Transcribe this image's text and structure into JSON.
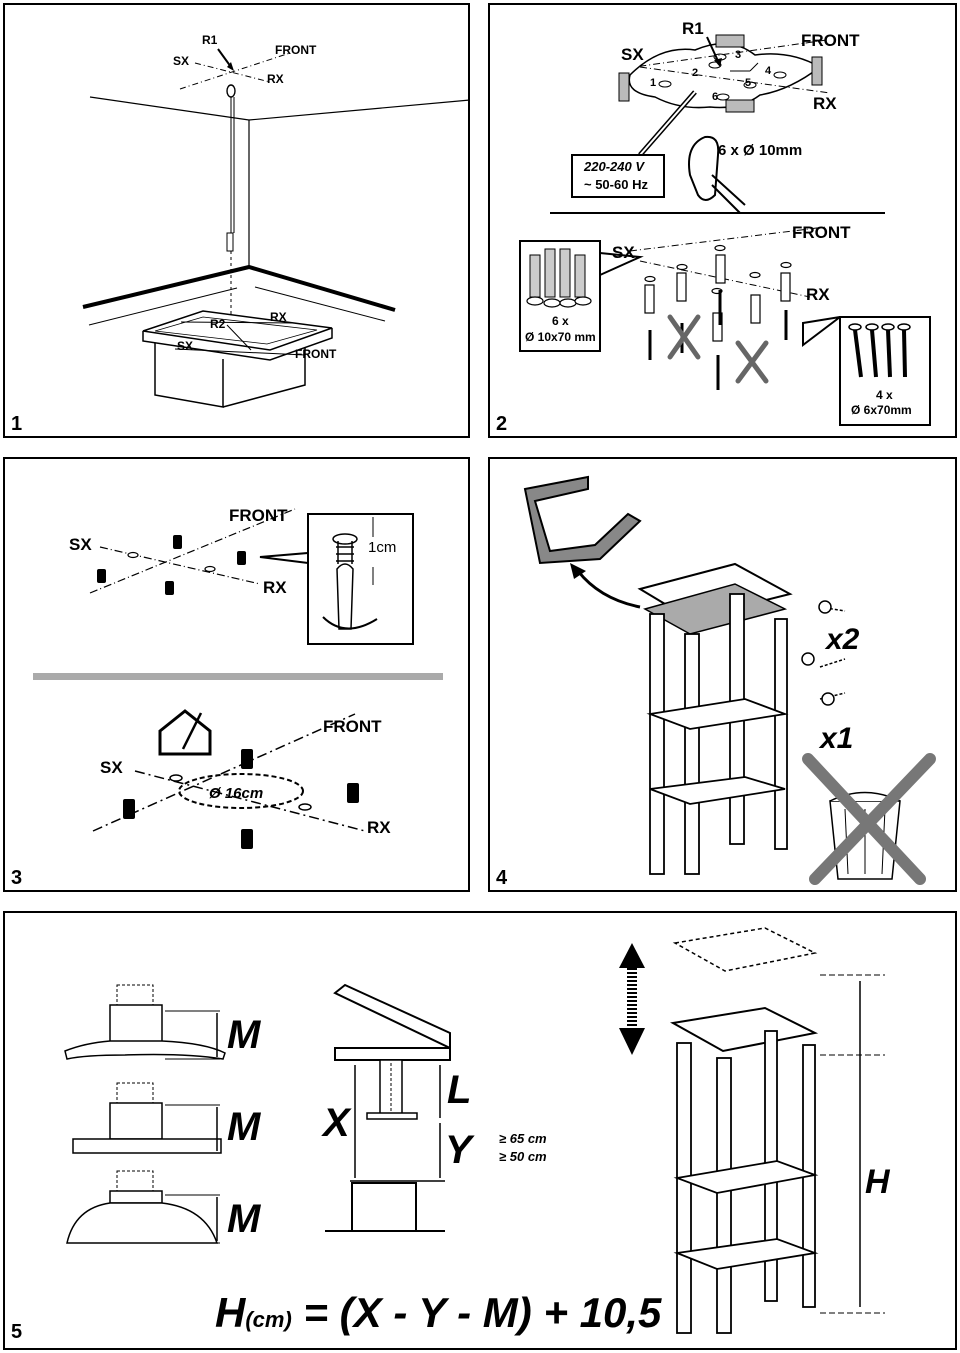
{
  "steps": [
    "1",
    "2",
    "3",
    "4",
    "5"
  ],
  "labels": {
    "sx": "SX",
    "rx": "RX",
    "front": "FRONT",
    "r1": "R1",
    "r2": "R2"
  },
  "step1": {},
  "step2": {
    "voltage_line1": "220-240 V",
    "voltage_line2": "~ 50-60 Hz",
    "drill_spec": "6 x Ø 10mm",
    "plugs_qty": "6 x",
    "plugs_size": "Ø 10x70 mm",
    "screws_qty": "4 x",
    "screws_size": "Ø 6x70mm",
    "hole_numbers": [
      "1",
      "2",
      "3",
      "4",
      "5",
      "6"
    ]
  },
  "step3": {
    "gap": "1cm",
    "diameter": "Ø 16cm"
  },
  "step4": {
    "keep_qty": "x2",
    "discard_qty": "x1"
  },
  "step5": {
    "m": "M",
    "l": "L",
    "x": "X",
    "y": "Y",
    "y_min_gas": "≥ 65 cm",
    "y_min_electric": "≥ 50 cm",
    "h": "H",
    "formula_h": "H",
    "formula_unit": "(cm)",
    "formula_rest": " = (X - Y - M) + 10,5"
  }
}
